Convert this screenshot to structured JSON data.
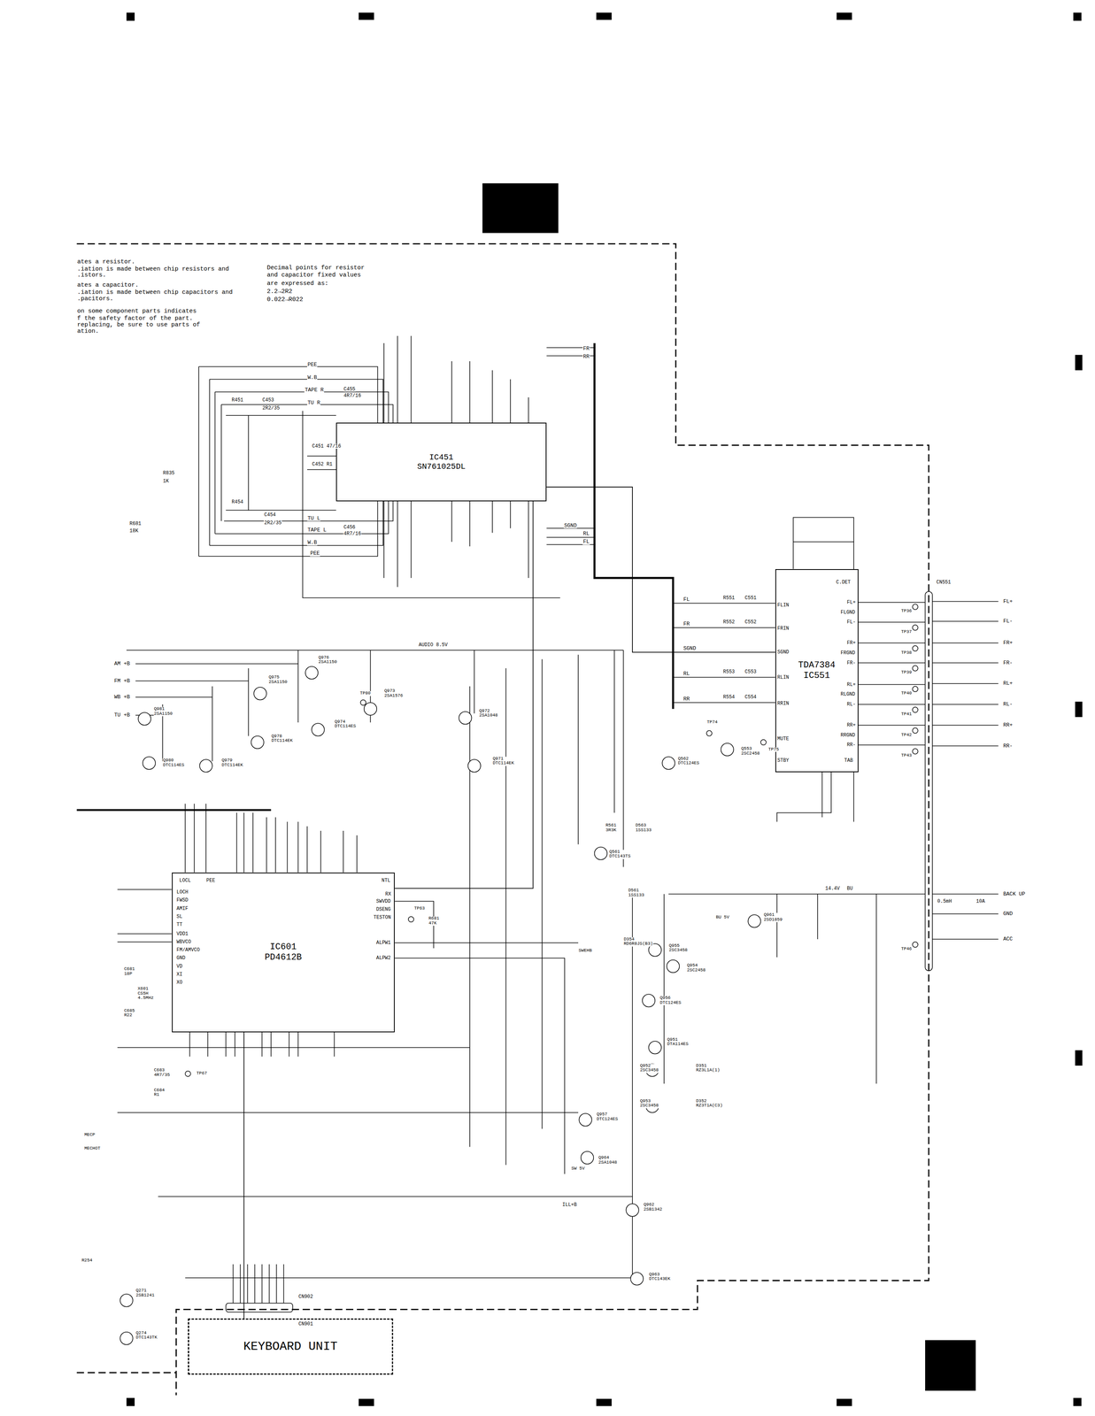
{
  "diagram": {
    "nodes": [
      {
        "text": [
          "IC451",
          "SN761025DL"
        ]
      },
      {
        "text": [
          "TDA7384",
          "IC551"
        ]
      },
      {
        "text": [
          "IC601",
          "PD4612B"
        ]
      },
      {
        "text": [
          "KEYBOARD UNIT"
        ]
      }
    ],
    "edges": [
      {
        "from": 0,
        "to": 1,
        "arrow": "none"
      },
      {
        "from": 2,
        "to": 0,
        "arrow": "none"
      },
      {
        "from": 2,
        "to": 3,
        "arrow": "none"
      }
    ],
    "labels": [
      "ates a resistor.",
      ".iation is made between chip resistors and",
      ".istors.",
      "ates a capacitor.",
      ".iation is made between chip capacitors and",
      ".pacitors.",
      "on some component parts indicates",
      "f the safety factor of the part.",
      "replacing, be sure to use parts of",
      "ation.",
      "Decimal points for resistor",
      "and capacitor fixed values",
      "are expressed as:",
      "2.2→2R2",
      "0.022→R022",
      "PEE",
      "W.B",
      "TAPE R",
      "TU R",
      "TU L",
      "TAPE L",
      "W.B",
      "PEE",
      "FR",
      "RR",
      "SGND",
      "RL",
      "FL",
      "R451",
      "C453",
      "2R2/35",
      "R454",
      "C454",
      "2R2/35",
      "C451 47/16",
      "C452 R1",
      "C455",
      "4R7/16",
      "C456",
      "4R7/16",
      "R835",
      "1K",
      "R681",
      "18K",
      "FL",
      "FR",
      "SGND",
      "RL",
      "RR",
      "R551",
      "C551",
      "R552",
      "C552",
      "R553",
      "C553",
      "R554",
      "C554",
      "FLIN",
      "FRIN",
      "SGND",
      "RLIN",
      "RRIN",
      "MUTE",
      "STBY",
      "FL+",
      "FLGND",
      "FL-",
      "FR+",
      "FRGND",
      "FR-",
      "RL+",
      "RLGND",
      "RL-",
      "RR+",
      "RRGND",
      "RR-",
      "TAB",
      "C.DET",
      "FL+",
      "FL-",
      "FR+",
      "FR-",
      "RL+",
      "RL-",
      "RR+",
      "RR-",
      "BACK UP",
      "GND",
      "ACC",
      "TP36",
      "TP37",
      "TP38",
      "TP39",
      "TP40",
      "TP41",
      "TP42",
      "TP43",
      "TP46",
      "CN551",
      "0.5mH",
      "10A",
      "14.4V",
      "BU",
      "AUDIO 8.5V",
      "AM +B",
      "FM +B",
      "WB +B",
      "TU +B",
      "Q976 2SA1150",
      "Q975 2SA1150",
      "Q973 2SA1576",
      "Q972 2SA1048",
      "Q974 DTC114ES",
      "Q978 DTC114EK",
      "Q980 DTC114ES",
      "Q979 DTC114EK",
      "Q971 DTC114EK",
      "Q981 2SA1150",
      "TP80",
      "LOCH",
      "FWSD",
      "AMIF",
      "SL",
      "TT",
      "VDD1",
      "WBVCO",
      "FM/AMVCO",
      "GND",
      "VD",
      "XI",
      "XO",
      "RX",
      "SWVDD",
      "DSENG",
      "TESTON",
      "ALPW1",
      "ALPW2",
      "NTL",
      "LOCL",
      "PEE",
      "C681 18P",
      "X601 CS5H 4.5MHz",
      "C685 R22",
      "C683 4R7/35",
      "C684 R1",
      "TP67",
      "TP63",
      "R681 47K",
      "CN902",
      "CN901",
      "ILL+B",
      "Q962 2SB1342",
      "Q963 DTC143EK",
      "Q964 2SA1048",
      "SW 5V",
      "Q957 DTC124ES",
      "Q951 DTA114ES",
      "Q952 2SC3458",
      "Q953 2SC3458",
      "D351 RZ3L1A(1)",
      "D352 RZ3T1A(C3)",
      "Q961 2SD1859",
      "BU 5V",
      "Q955 2SC3458",
      "Q954 2SC2458",
      "Q956 DTC124ES",
      "SWEHB",
      "D354 RD6R8JS(B3)",
      "D561 1SS133",
      "D563 1SS133",
      "R561 3R3K",
      "Q561 DTC143TS",
      "Q562 DTC124ES",
      "Q553 2SC2458",
      "TP74",
      "TP75",
      "Q271 2SB1241",
      "Q274 DTC143TK",
      "MECP",
      "MECHOT",
      "R254"
    ]
  }
}
